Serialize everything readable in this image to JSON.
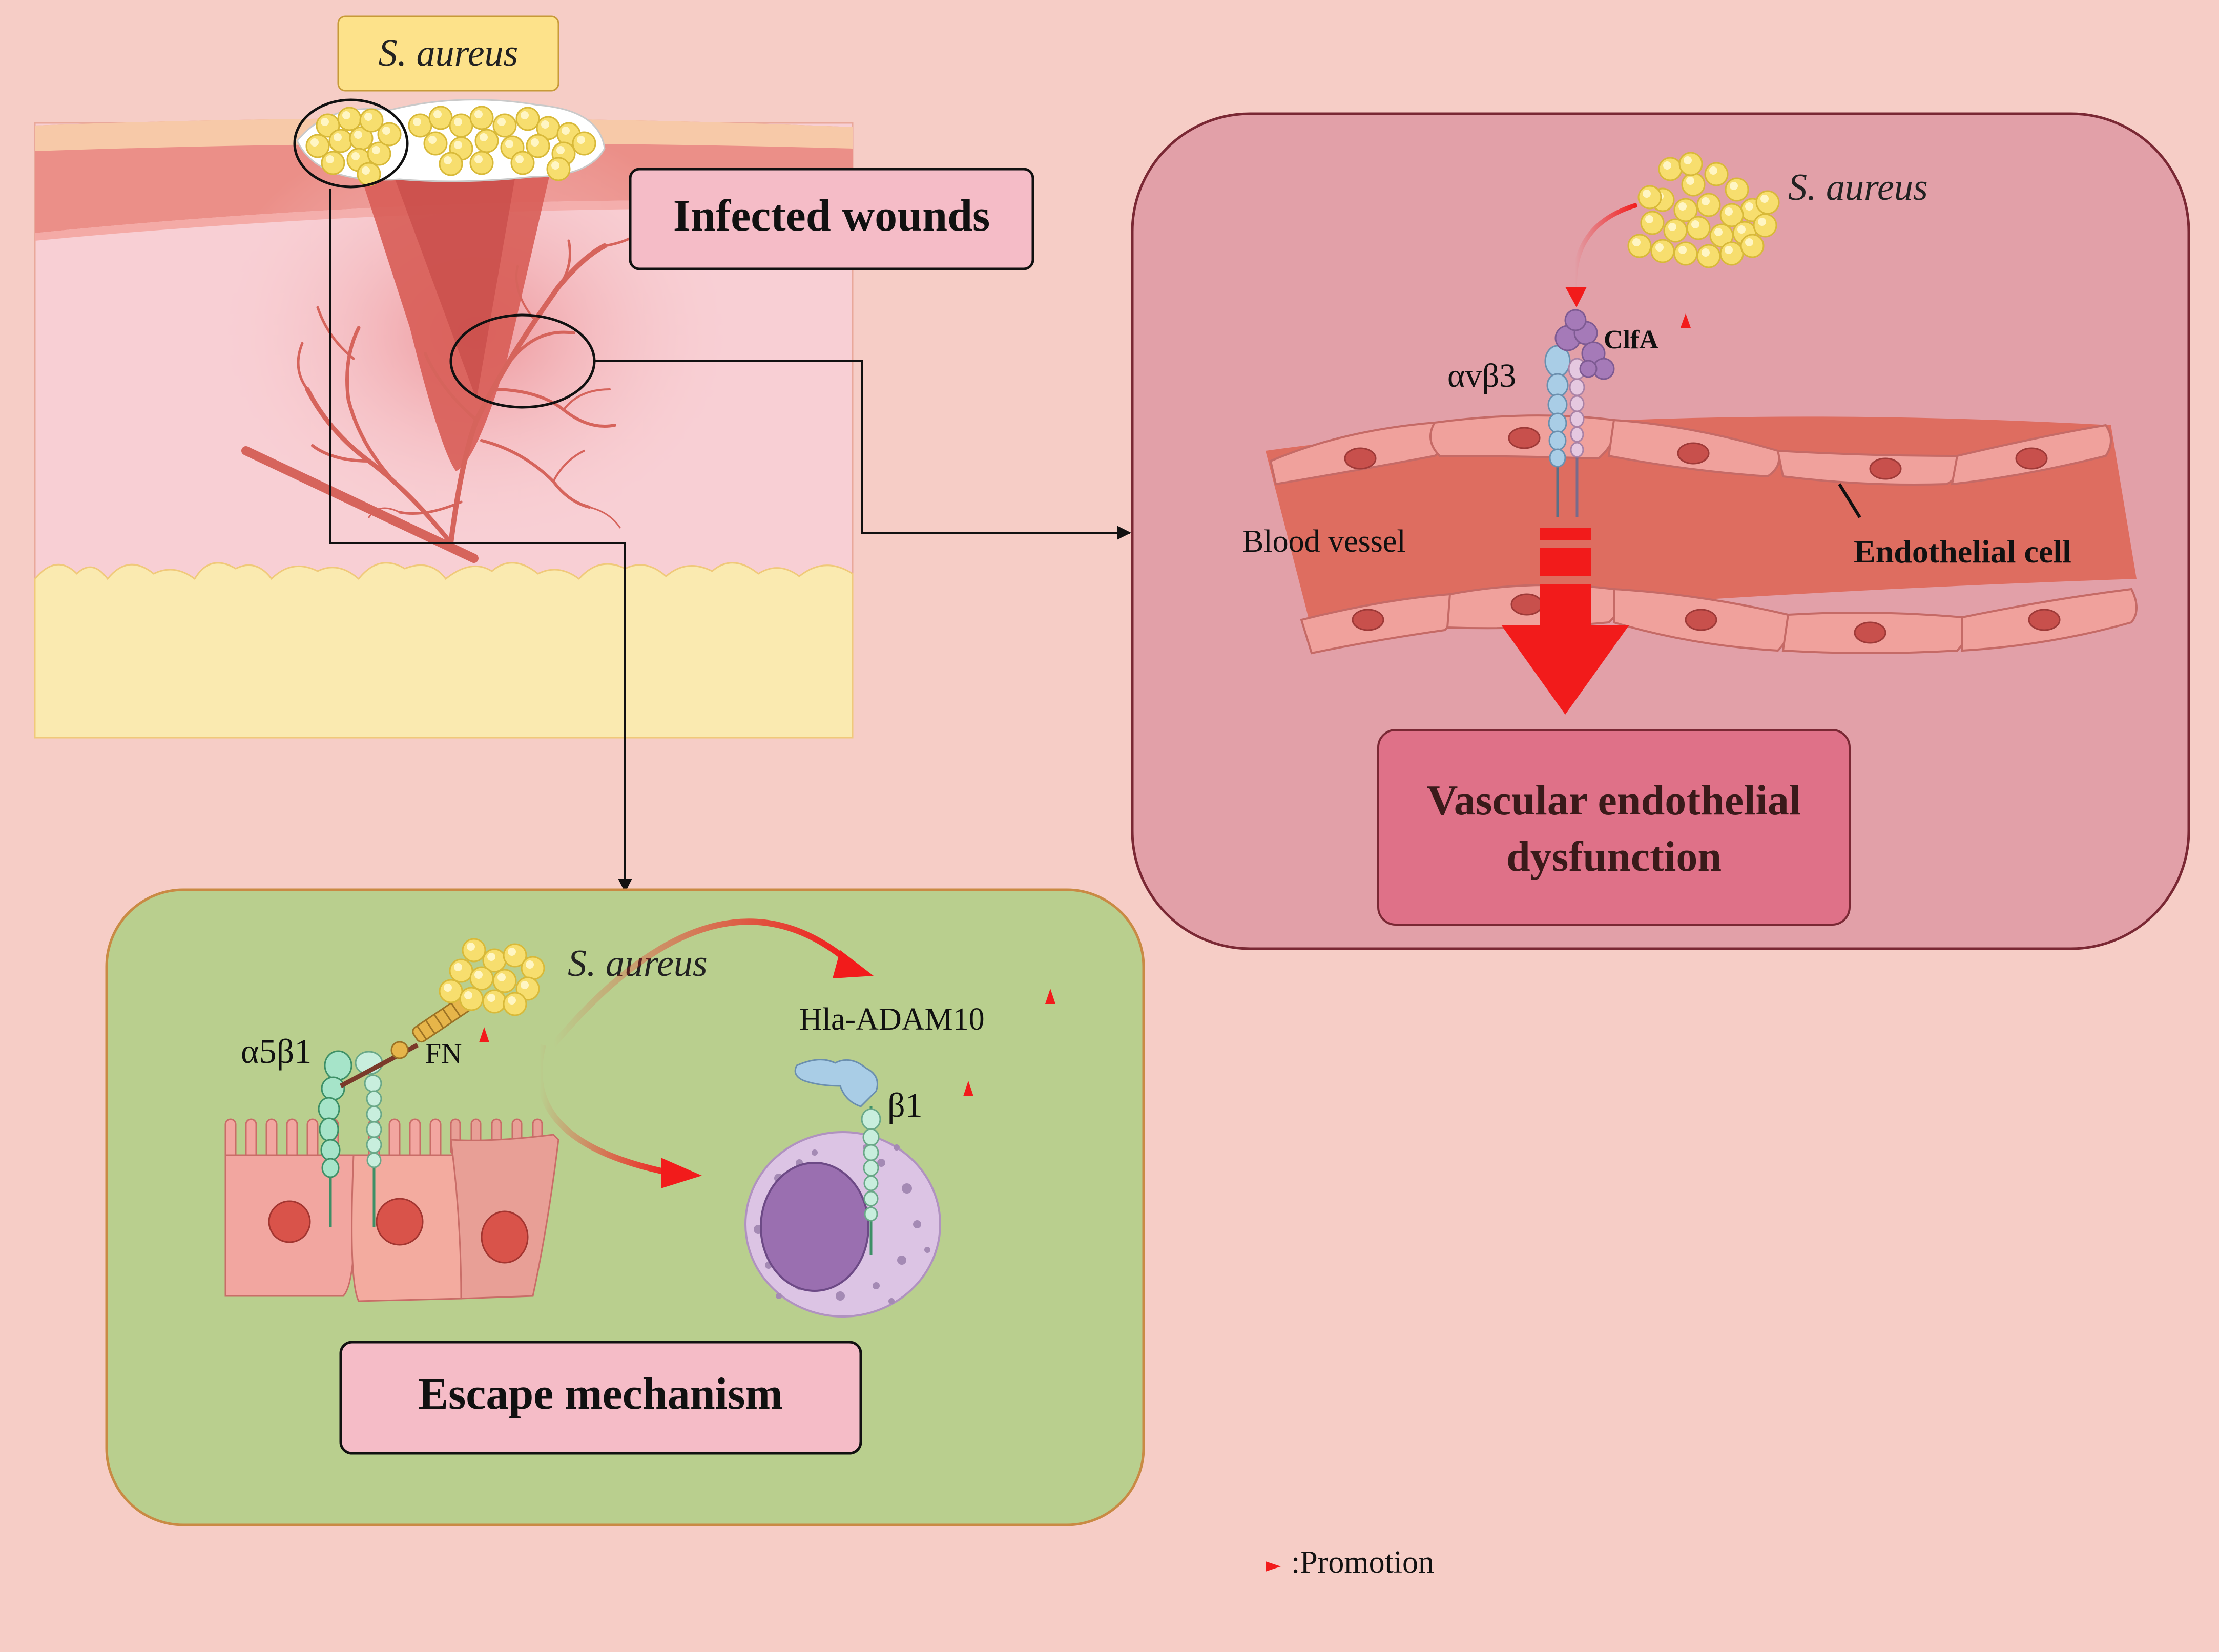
{
  "labels": {
    "top_bacteria": "S. aureus",
    "infected_wounds": "Infected wounds",
    "right_bacteria": "S. aureus",
    "integrin_avb3": "αvβ3",
    "clfa": "ClfA",
    "blood_vessel": "Blood vessel",
    "endothelial_cell": "Endothelial cell",
    "vascular_line1": "Vascular endothelial",
    "vascular_line2": "dysfunction",
    "bottom_bacteria": "S. aureus",
    "hla_adam10": "Hla-ADAM10",
    "integrin_a5b1": "α5β1",
    "fn": "FN",
    "beta1": "β1",
    "escape_mechanism": "Escape mechanism",
    "legend_promotion": ":Promotion"
  },
  "colors": {
    "background": "#f6cdc6",
    "right_panel": "#e2a0a8",
    "right_panel_border": "#7a2834",
    "green_panel": "#b9cf8e",
    "green_panel_border": "#c98a44",
    "label_box_pink": "#f5bcc7",
    "vascular_box": "#df7188",
    "bacteria_yellow": "#f7de6e",
    "promotion_red": "#f21b1b",
    "vessel": "#de6d60",
    "skin_dermis": "#f8cfd4",
    "fat": "#faeab0"
  },
  "icons": {
    "promotion_arrow": "red-up-arrow",
    "cluster": "bacteria-cluster"
  }
}
